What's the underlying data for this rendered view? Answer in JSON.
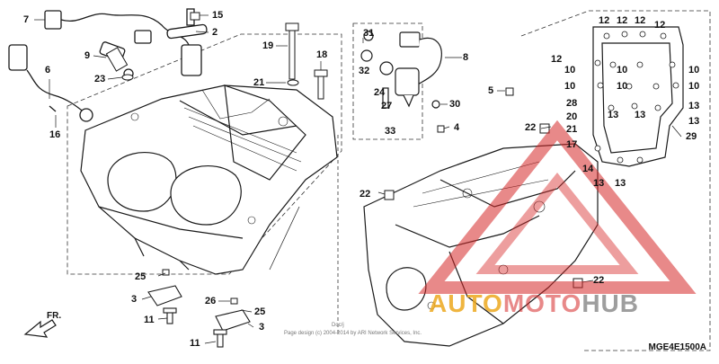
{
  "callouts": [
    "7",
    "15",
    "2",
    "9",
    "23",
    "6",
    "16",
    "19",
    "18",
    "21",
    "31",
    "32",
    "24",
    "27",
    "33",
    "8",
    "30",
    "5",
    "4",
    "22",
    "22",
    "22",
    "12",
    "12",
    "12",
    "12",
    "12",
    "10",
    "10",
    "10",
    "10",
    "10",
    "10",
    "13",
    "13",
    "13",
    "13",
    "13",
    "13",
    "28",
    "20",
    "21",
    "17",
    "14",
    "29",
    "25",
    "3",
    "11",
    "26",
    "25",
    "3",
    "11"
  ],
  "direction_label": "FR.",
  "diagram_code": "MGE4E1500A",
  "copyright_text": "Page design (c) 2004-2014 by ARI Network Services, Inc.",
  "doc_label": "Doc/j",
  "watermark": {
    "part_a": "AUTO",
    "part_b": "MOTO",
    "part_c": "HUB"
  },
  "colors": {
    "line": "#1a1a1a",
    "watermark_red": "#d62828",
    "watermark_orange": "#eca81e"
  }
}
